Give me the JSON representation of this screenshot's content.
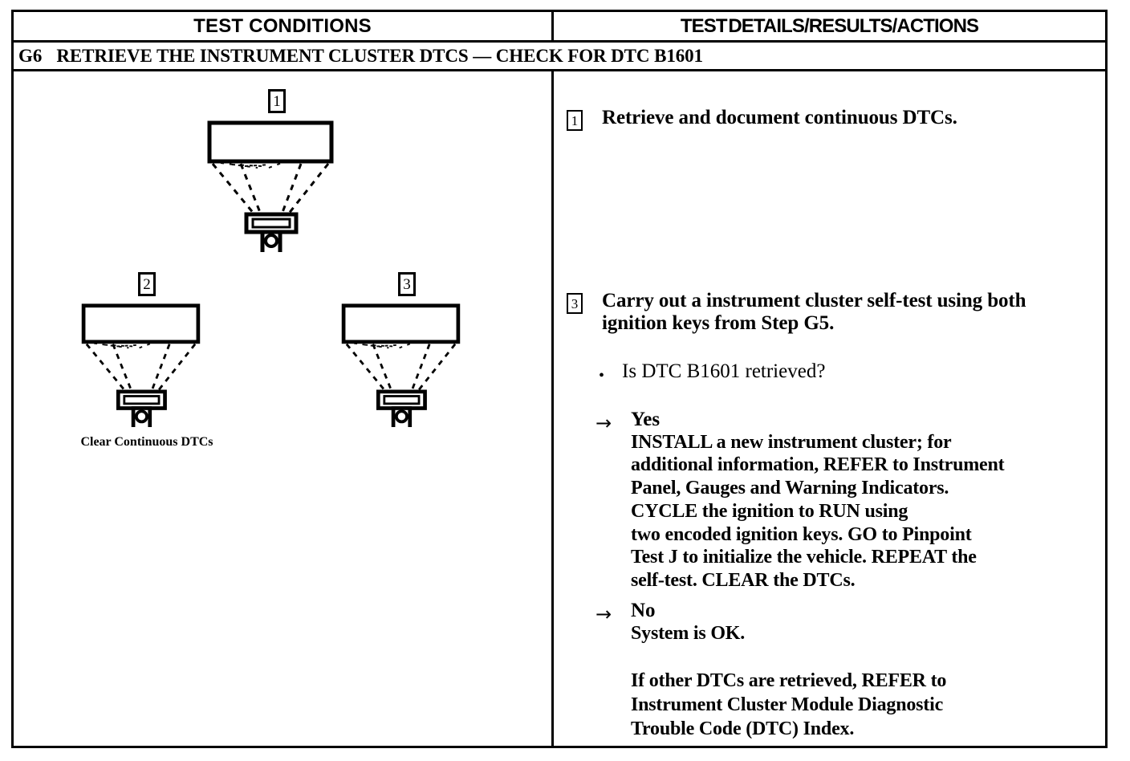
{
  "table": {
    "headers": {
      "left": "TEST CONDITIONS",
      "right": "TEST DETAILS/RESULTS/ACTIONS"
    },
    "title": {
      "step": "G6",
      "text": "RETRIEVE THE INSTRUMENT CLUSTER DTCS — CHECK FOR DTC B1601"
    }
  },
  "left_column": {
    "figures": [
      {
        "number": "1",
        "caption": ""
      },
      {
        "number": "2",
        "caption": "Clear Continuous DTCs"
      },
      {
        "number": "3",
        "caption": ""
      }
    ]
  },
  "right_column": {
    "step1": {
      "number": "1",
      "text": "Retrieve and document continuous DTCs."
    },
    "step3": {
      "number": "3",
      "line1": "Carry out a instrument cluster self-test using both",
      "line2": "ignition keys from Step G5."
    },
    "question": {
      "bullet": "•",
      "text": "Is DTC B1601 retrieved?"
    },
    "yes": {
      "arrow": "→",
      "label": "Yes",
      "lines": [
        "INSTALL a new instrument cluster; for",
        "additional information, REFER to Instrument",
        "Panel, Gauges and Warning Indicators.",
        "CYCLE the ignition to RUN using",
        "two encoded ignition keys. GO to Pinpoint",
        "Test J to initialize the vehicle. REPEAT the",
        "self-test. CLEAR the DTCs."
      ]
    },
    "no": {
      "arrow": "→",
      "label": "No",
      "lines": [
        "System is OK."
      ]
    },
    "note": {
      "lines": [
        "If other DTCs are retrieved, REFER to",
        "Instrument Cluster Module Diagnostic",
        "Trouble Code (DTC) Index."
      ]
    }
  },
  "colors": {
    "ink": "#000000",
    "page": "#ffffff"
  }
}
